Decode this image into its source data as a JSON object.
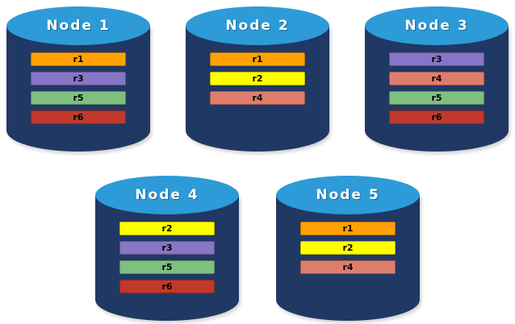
{
  "palette": {
    "cylinder_body": "#203864",
    "cylinder_top": "#2D9BD8",
    "row_colors": {
      "r1": "#FFA100",
      "r2": "#FFFF00",
      "r3": "#8775C5",
      "r4": "#DF7D6D",
      "r5": "#7FBF7F",
      "r6": "#C0392B"
    }
  },
  "nodes": [
    {
      "title": "Node 1",
      "rows": [
        {
          "label": "r1",
          "color": "#FFA100"
        },
        {
          "label": "r3",
          "color": "#8775C5"
        },
        {
          "label": "r5",
          "color": "#7FBF7F"
        },
        {
          "label": "r6",
          "color": "#C0392B"
        }
      ]
    },
    {
      "title": "Node 2",
      "rows": [
        {
          "label": "r1",
          "color": "#FFA100"
        },
        {
          "label": "r2",
          "color": "#FFFF00"
        },
        {
          "label": "r4",
          "color": "#DF7D6D"
        }
      ]
    },
    {
      "title": "Node 3",
      "rows": [
        {
          "label": "r3",
          "color": "#8775C5"
        },
        {
          "label": "r4",
          "color": "#DF7D6D"
        },
        {
          "label": "r5",
          "color": "#7FBF7F"
        },
        {
          "label": "r6",
          "color": "#C0392B"
        }
      ]
    },
    {
      "title": "Node 4",
      "rows": [
        {
          "label": "r2",
          "color": "#FFFF00"
        },
        {
          "label": "r3",
          "color": "#8775C5"
        },
        {
          "label": "r5",
          "color": "#7FBF7F"
        },
        {
          "label": "r6",
          "color": "#C0392B"
        }
      ]
    },
    {
      "title": "Node 5",
      "rows": [
        {
          "label": "r1",
          "color": "#FFA100"
        },
        {
          "label": "r2",
          "color": "#FFFF00"
        },
        {
          "label": "r4",
          "color": "#DF7D6D"
        }
      ]
    }
  ]
}
